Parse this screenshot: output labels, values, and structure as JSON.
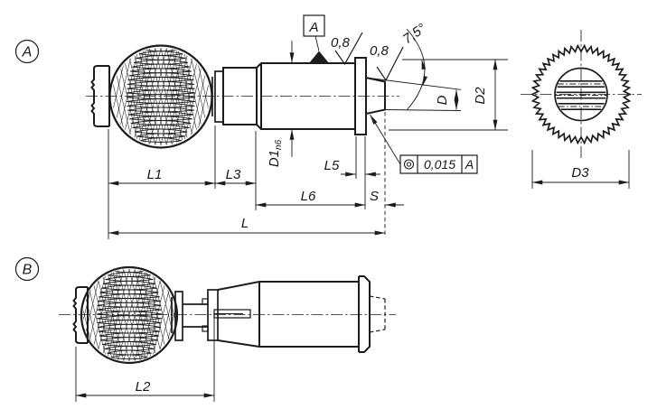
{
  "drawing": {
    "view_a": {
      "label": "A",
      "dim_l1": "L1",
      "dim_l3": "L3",
      "dim_l5": "L5",
      "dim_l6": "L6",
      "dim_s": "S",
      "dim_l": "L",
      "dim_d": "D",
      "dim_d1": "D1",
      "d1_tolerance": "n6",
      "dim_d2": "D2",
      "roughness_top": "0,8",
      "roughness_pin": "0,8",
      "taper_angle": "7,5°",
      "datum_label": "A",
      "tolerance_frame": {
        "symbol": "◎",
        "symbol_name": "concentricity-icon",
        "value": "0,015",
        "datum": "A"
      }
    },
    "end_view": {
      "dim_d3": "D3"
    },
    "view_b": {
      "label": "B",
      "dim_l2": "L2"
    },
    "colors": {
      "line": "#1c1c1c",
      "background": "#ffffff"
    }
  }
}
